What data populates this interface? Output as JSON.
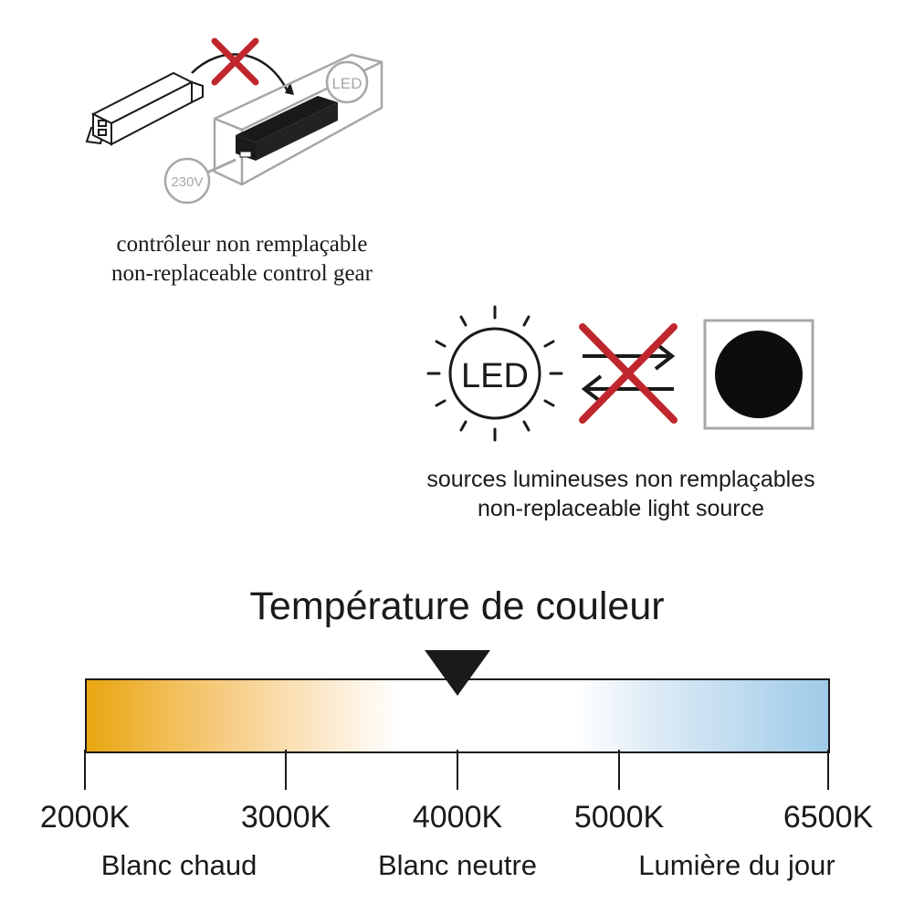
{
  "control_gear": {
    "caption_fr": "contrôleur non remplaçable",
    "caption_en": "non-replaceable control gear",
    "voltage_label": "230V",
    "led_label": "LED",
    "cross_color": "#c0272d"
  },
  "light_source": {
    "led_label": "LED",
    "caption_fr": "sources lumineuses non remplaçables",
    "caption_en": "non-replaceable light source",
    "cross_color": "#c0272d"
  },
  "color_temperature": {
    "title": "Température de couleur",
    "scale_min": 2000,
    "scale_max": 6500,
    "indicator_value": 4000,
    "ticks": [
      "2000K",
      "3000K",
      "4000K",
      "5000K",
      "6500K"
    ],
    "tick_values": [
      2000,
      3000,
      4000,
      5000,
      6500
    ],
    "zones": [
      "Blanc chaud",
      "Blanc neutre",
      "Lumière du jour"
    ],
    "gradient_start_color": "#e9a612",
    "gradient_end_color": "#9fcbe8"
  }
}
